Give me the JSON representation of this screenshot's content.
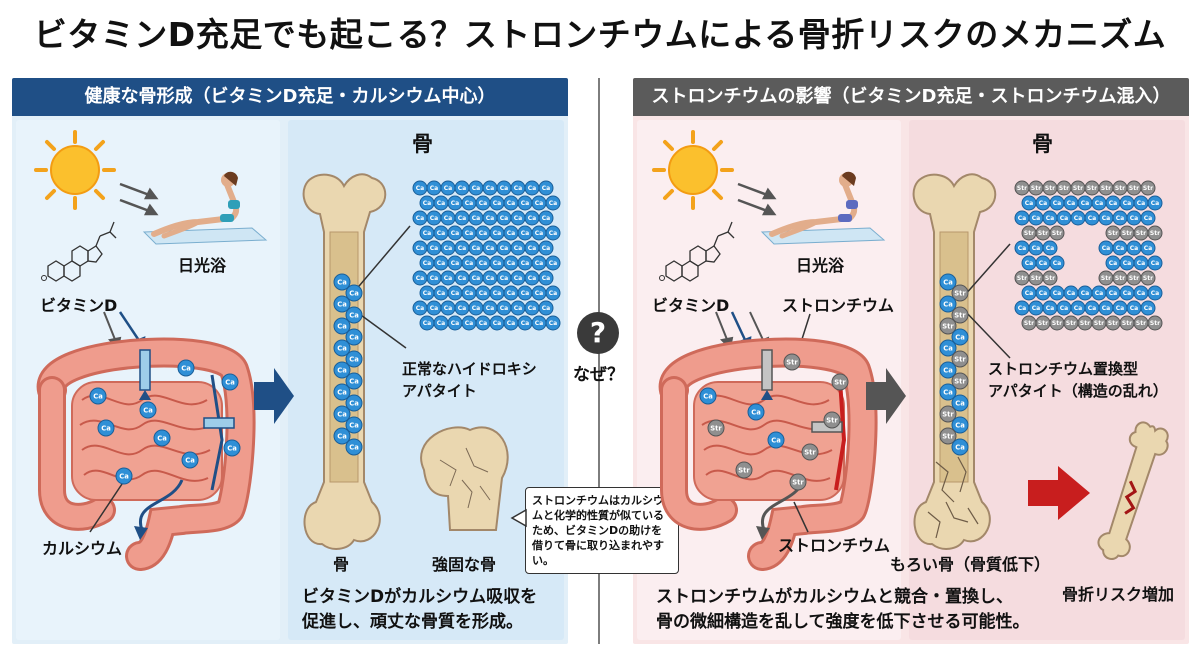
{
  "title": "ビタミンD充足でも起こる？ストロンチウムによる骨折リスクのメカニズム",
  "left": {
    "header": "健康な骨形成（ビタミンD充足・カルシウム中心）",
    "sunbathing_label": "日光浴",
    "vitamin_d_label": "ビタミンD",
    "calcium_label": "カルシウム",
    "bone_title": "骨",
    "bone_label": "骨",
    "hydroxyapatite_label": "正常なハイドロキシ\nアパタイト",
    "strong_bone_label": "強固な骨",
    "caption": "ビタミンDがカルシウム吸収を\n促進し、頑丈な骨質を形成。",
    "ca_symbol": "Ca"
  },
  "center": {
    "question_symbol": "?",
    "why_label": "なぜ？"
  },
  "note": "ストロンチウムはカルシウムと化学的性質が似ているため、ビタミンDの助けを借りて骨に取り込まれやすい。",
  "right": {
    "header": "ストロンチウムの影響（ビタミンD充足・ストロンチウム混入）",
    "sunbathing_label": "日光浴",
    "vitamin_d_label": "ビタミンD",
    "strontium_label_top": "ストロンチウム",
    "strontium_label_bottom": "ストロンチウム",
    "bone_title": "骨",
    "substituted_label": "ストロンチウム置換型\nアパタイト（構造の乱れ）",
    "fragile_label": "もろい骨（骨質低下）",
    "fracture_label": "骨折リスク増加",
    "caption": "ストロンチウムがカルシウムと競合・置換し、\n骨の微細構造を乱して強度を低下させる可能性。",
    "str_symbol": "Str",
    "ca_symbol": "Ca"
  },
  "colors": {
    "left_header": "#1f4f86",
    "right_header": "#5b5b5b",
    "calcium_ion": "#2f8fd6",
    "strontium_ion": "#8f8f8f",
    "bone": "#ead7b0",
    "intestine": "#e99487",
    "arrow_blue": "#1f4f86",
    "arrow_gray": "#555555",
    "arrow_red": "#c81e1e"
  },
  "icons": [
    "sun-icon",
    "sunbathing-woman-icon",
    "vitamin-d-molecule-icon",
    "intestine-icon",
    "femur-bone-icon",
    "apatite-lattice-icon",
    "fractured-bone-icon"
  ]
}
